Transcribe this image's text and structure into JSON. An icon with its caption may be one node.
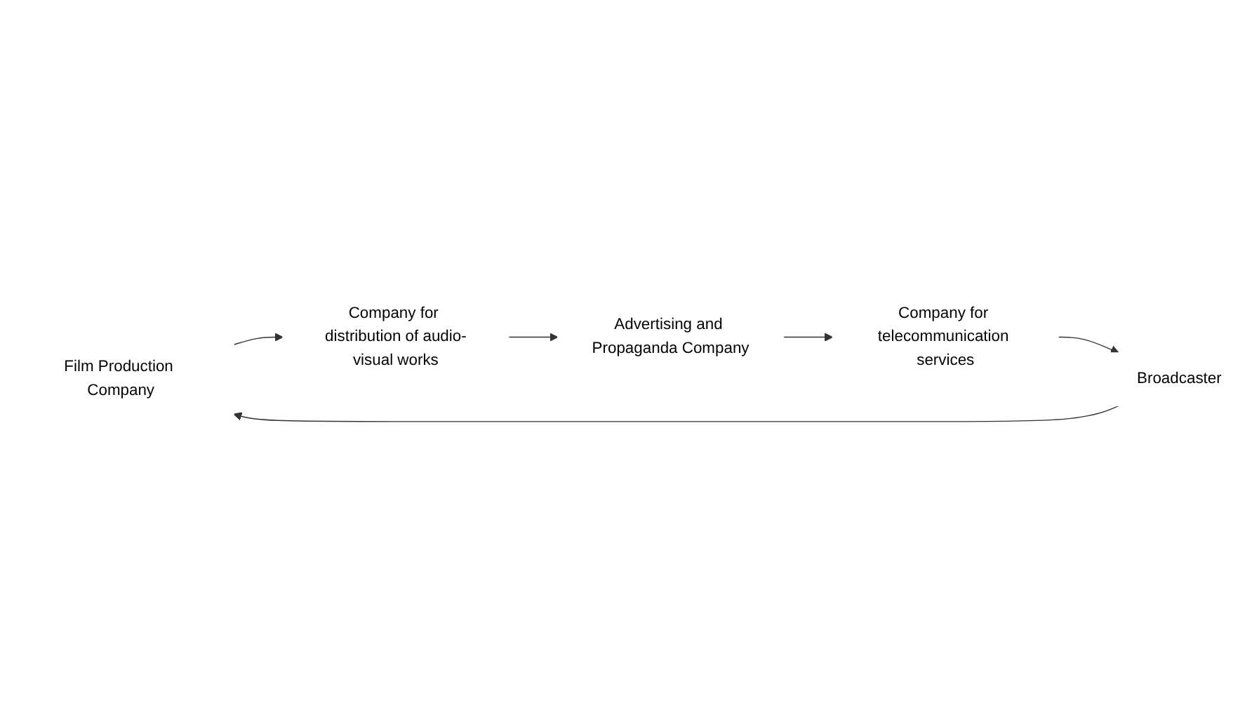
{
  "diagram": {
    "nodes": [
      {
        "text": [
          "Film Production Company"
        ]
      },
      {
        "text": [
          "Company for distribution of audio-visual works"
        ]
      },
      {
        "text": [
          "Advertising and Propaganda Company"
        ]
      },
      {
        "text": [
          "Company for telecommunication services"
        ]
      },
      {
        "text": [
          "Broadcaster"
        ]
      }
    ],
    "edges": [
      {
        "from": 0,
        "to": 1,
        "arrow": "to"
      },
      {
        "from": 1,
        "to": 2,
        "arrow": "to"
      },
      {
        "from": 2,
        "to": 3,
        "arrow": "to"
      },
      {
        "from": 3,
        "to": 4,
        "arrow": "to"
      },
      {
        "from": 4,
        "to": 0,
        "arrow": "to"
      }
    ]
  }
}
